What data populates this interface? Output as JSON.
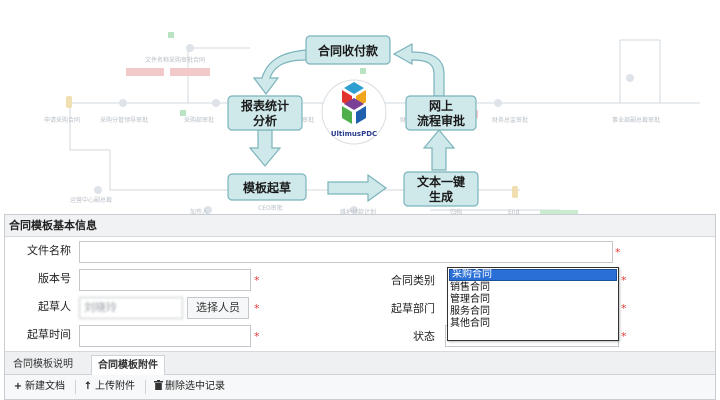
{
  "diagram": {
    "nodes": {
      "payment": "合同收付款",
      "report_line1": "报表统计",
      "report_line2": "分析",
      "online_line1": "网上",
      "online_line2": "流程审批",
      "template": "模板起草",
      "onekey_line1": "文本一键",
      "onekey_line2": "生成"
    },
    "logo_text": "UltimusPDC",
    "colors": {
      "node_fill": "#cfe8ea",
      "node_border": "#7ab3bb",
      "arrow_fill": "#cfe8ea",
      "arrow_border": "#7ab3bb"
    }
  },
  "form": {
    "title": "合同模板基本信息",
    "labels": {
      "file_name": "文件名称",
      "version": "版本号",
      "drafter": "起草人",
      "draft_time": "起草时间",
      "contract_type": "合同类别",
      "draft_dept": "起草部门",
      "status": "状态"
    },
    "required_mark": "*",
    "drafter_value": "刘晓玲",
    "select_person_button": "选择人员",
    "contract_type_options": [
      "采购合同",
      "销售合同",
      "管理合同",
      "服务合同",
      "其他合同"
    ],
    "selected_contract_type": "采购合同"
  },
  "tabs": [
    "合同模板说明",
    "合同模板附件"
  ],
  "active_tab": "合同模板附件",
  "toolbar": {
    "new_doc": "新建文档",
    "upload": "上传附件",
    "delete_selected": "删除选中记录",
    "icons": {
      "new_doc": "plus-icon",
      "upload": "upload-arrow-icon",
      "delete": "trash-icon"
    }
  }
}
